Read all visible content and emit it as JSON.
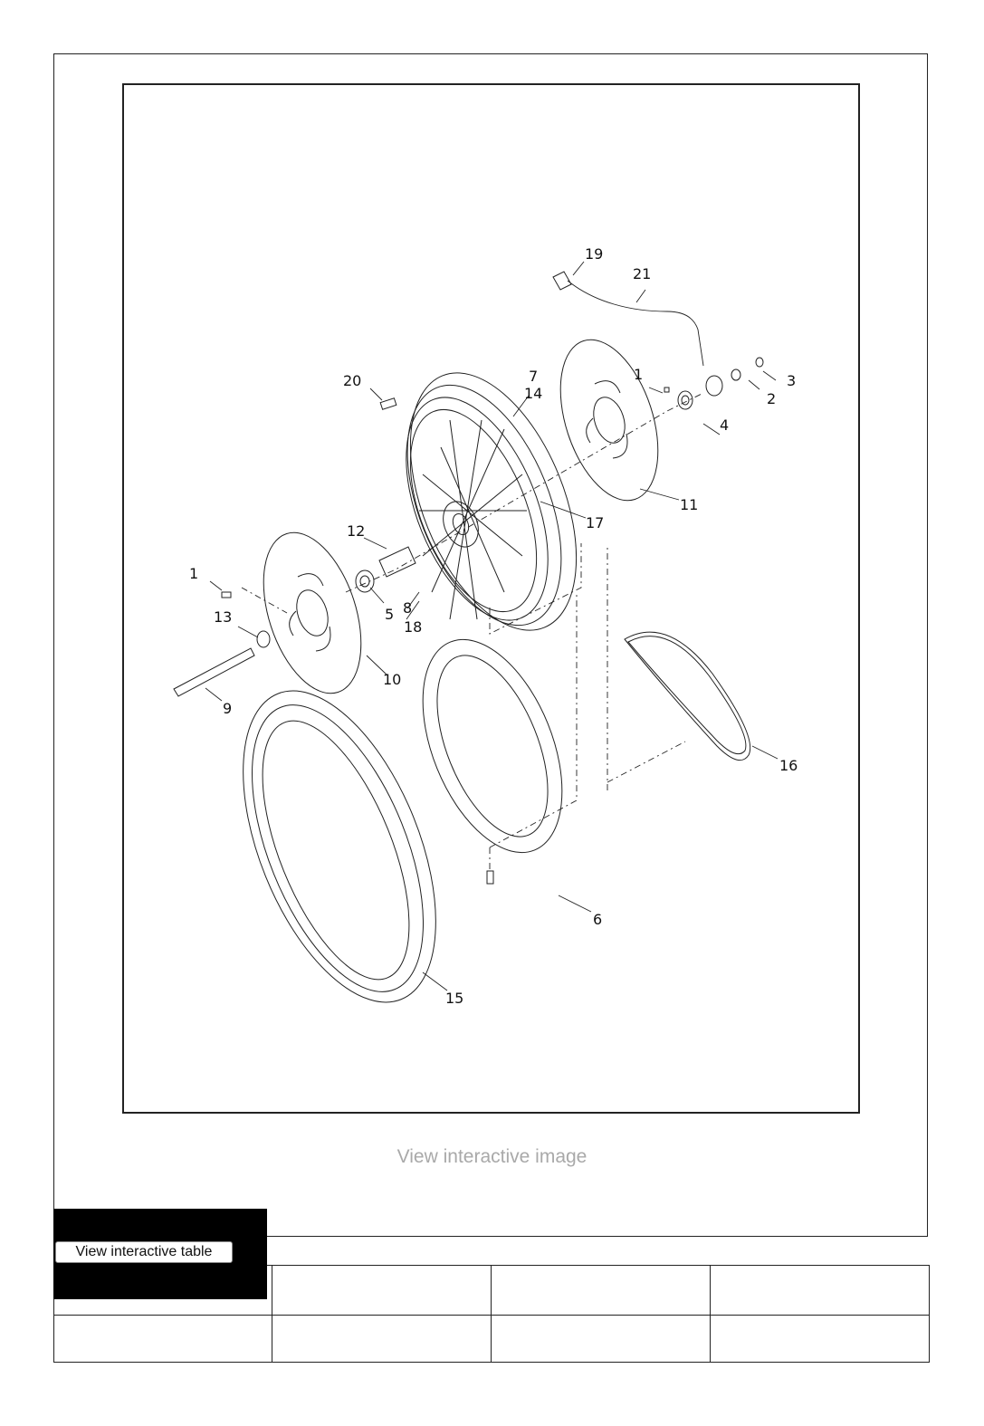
{
  "diagram": {
    "callouts": [
      "19",
      "21",
      "3",
      "1",
      "2",
      "20",
      "7",
      "14",
      "4",
      "11",
      "17",
      "12",
      "1",
      "5",
      "8",
      "18",
      "13",
      "10",
      "9",
      "16",
      "6",
      "15"
    ]
  },
  "links": {
    "view_image": "View interactive image",
    "view_table": "View interactive table"
  },
  "table": {
    "header": [
      "",
      "",
      "",
      ""
    ],
    "rows": [
      [
        "",
        "",
        "",
        ""
      ]
    ]
  }
}
